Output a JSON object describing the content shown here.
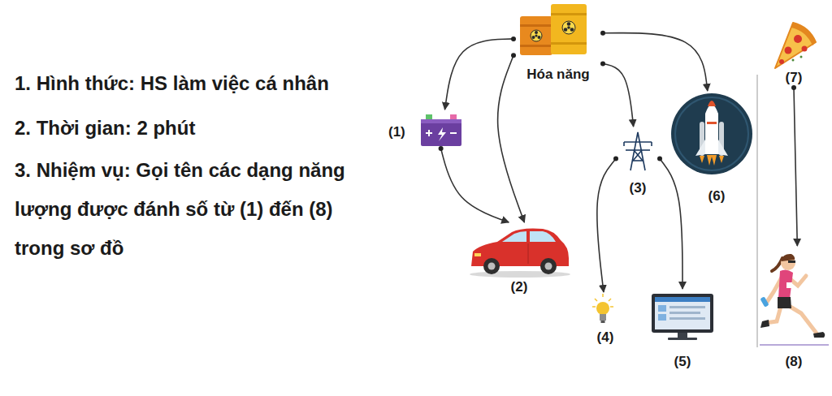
{
  "diagram": {
    "nodes": [
      {
        "text": [
          "Hóa năng"
        ]
      },
      {
        "text": [
          "(1)"
        ]
      },
      {
        "text": [
          "(2)"
        ]
      },
      {
        "text": [
          "(3)"
        ]
      },
      {
        "text": [
          "(4)"
        ]
      },
      {
        "text": [
          "(5)"
        ]
      },
      {
        "text": [
          "(6)"
        ]
      },
      {
        "text": [
          "(7)"
        ]
      },
      {
        "text": [
          "(8)"
        ]
      }
    ],
    "edges": [
      {
        "from": 0,
        "to": 1,
        "arrow": "to"
      },
      {
        "from": 0,
        "to": 2,
        "arrow": "to"
      },
      {
        "from": 1,
        "to": 2,
        "arrow": "to"
      },
      {
        "from": 0,
        "to": 3,
        "arrow": "to"
      },
      {
        "from": 0,
        "to": 6,
        "arrow": "to"
      },
      {
        "from": 3,
        "to": 4,
        "arrow": "to"
      },
      {
        "from": 3,
        "to": 5,
        "arrow": "to"
      },
      {
        "from": 7,
        "to": 8,
        "arrow": "to"
      }
    ],
    "labels": [
      "1. Hình thức: HS làm việc cá nhân",
      "2. Thời gian: 2 phút",
      "3. Nhiệm vụ: Gọi tên các dạng năng lượng được đánh số từ (1) đến (8) trong sơ đồ"
    ]
  }
}
